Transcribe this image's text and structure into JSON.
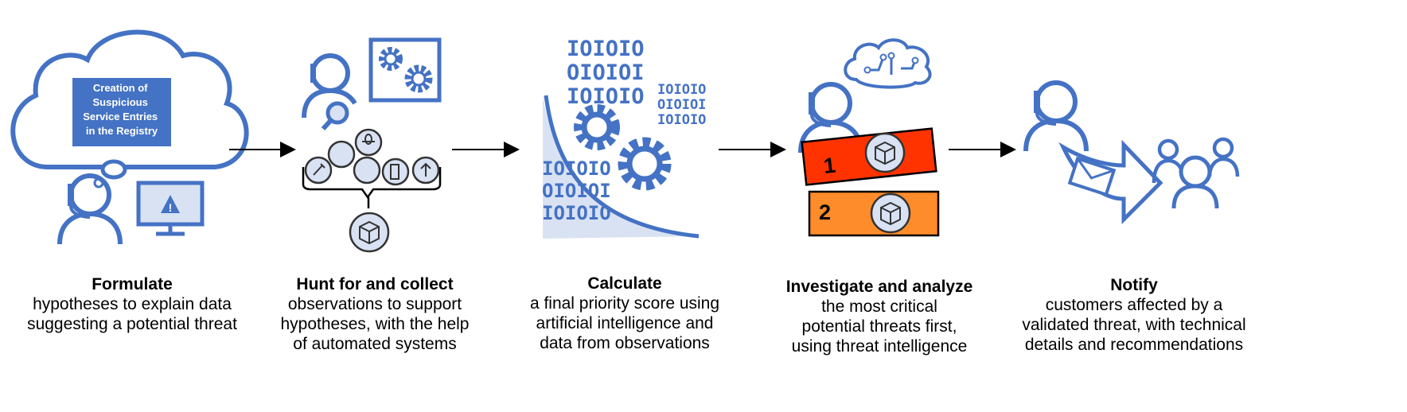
{
  "steps": [
    {
      "title": "Formulate",
      "desc": [
        "hypotheses to explain data",
        "suggesting a potential threat"
      ],
      "callout": [
        "Creation of",
        "Suspicious",
        "Service Entries",
        "in the Registry"
      ]
    },
    {
      "title": "Hunt for and collect",
      "desc": [
        "observations to support",
        "hypotheses, with the help",
        "of automated systems"
      ]
    },
    {
      "title": "Calculate",
      "desc": [
        "a final priority score using",
        "artificial intelligence and",
        "data from observations"
      ],
      "binary": [
        "IOIOIO",
        "OIOIOI",
        "IOIOIO"
      ]
    },
    {
      "title": "Investigate and analyze",
      "desc": [
        "the most critical",
        "potential threats first,",
        "using threat intelligence"
      ],
      "ranks": [
        "1",
        "2"
      ]
    },
    {
      "title": "Notify",
      "desc": [
        "customers affected by a",
        "validated threat, with technical",
        "details and recommendations"
      ]
    }
  ],
  "colors": {
    "blue": "#4472c4",
    "lightblue": "#d9e2f3",
    "red": "#ff3300",
    "orange": "#ff8c2a"
  }
}
